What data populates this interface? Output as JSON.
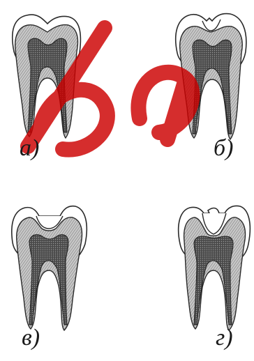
{
  "labels": {
    "a": "а)",
    "b": "б)",
    "v": "в)",
    "g": "г)"
  },
  "colors": {
    "ink": "#2a2a2a",
    "enamel_fill": "#ffffff",
    "dentin_fill": "#b9b9b9",
    "pulp_fill": "#3c3c3c",
    "watermark": "#cc0000"
  },
  "watermark_text": "ба"
}
